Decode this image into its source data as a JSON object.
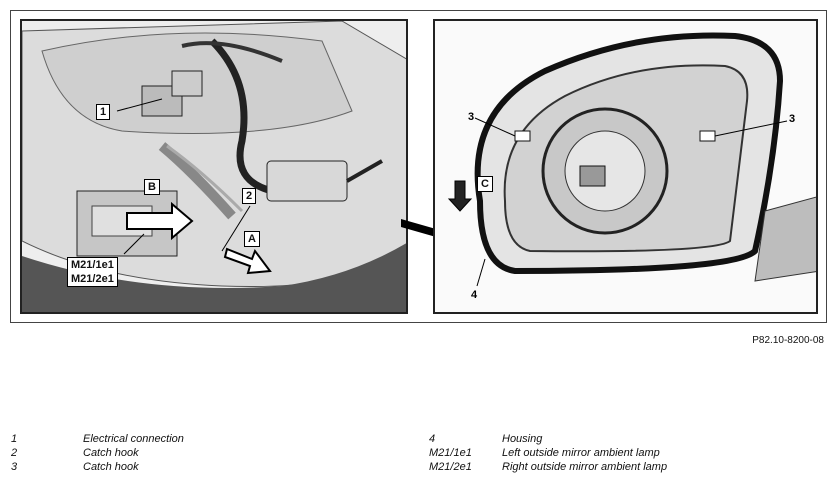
{
  "figure_ref": "P82.10-8200-08",
  "callouts": {
    "one": "1",
    "two": "2",
    "three_left": "3",
    "three_right": "3",
    "four": "4",
    "a": "A",
    "b": "B",
    "c": "C",
    "m1": "M21/1e1",
    "m2": "M21/2e1"
  },
  "legend_left": [
    {
      "key": "1",
      "text": "Electrical connection"
    },
    {
      "key": "2",
      "text": "Catch hook"
    },
    {
      "key": "3",
      "text": "Catch hook"
    }
  ],
  "legend_right": [
    {
      "key": "4",
      "text": "Housing"
    },
    {
      "key": "M21/1e1",
      "text": "Left outside mirror ambient lamp"
    },
    {
      "key": "M21/2e1",
      "text": "Right outside mirror ambient lamp"
    }
  ]
}
